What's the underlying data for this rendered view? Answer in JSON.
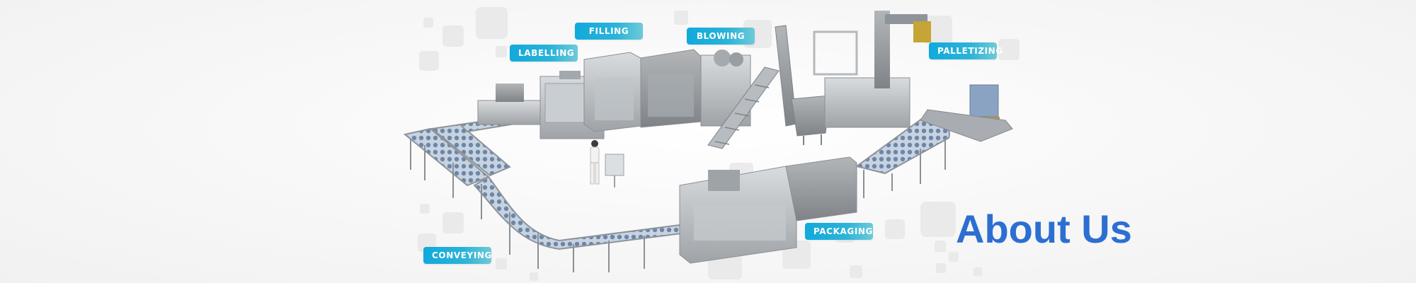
{
  "banner": {
    "stages": {
      "filling": "FILLING",
      "blowing": "BLOWING",
      "labelling": "LABELLING",
      "palletizing": "PALLETIZING",
      "packaging": "PACKAGING",
      "conveying": "CONVEYING"
    },
    "title": "About Us"
  },
  "colors": {
    "title": "#2c6fd1",
    "label_gradient_start": "#11a9dc",
    "label_gradient_end": "#6ecad8",
    "machine_steel": "#b9bcbf",
    "background": "#f6f6f6"
  }
}
